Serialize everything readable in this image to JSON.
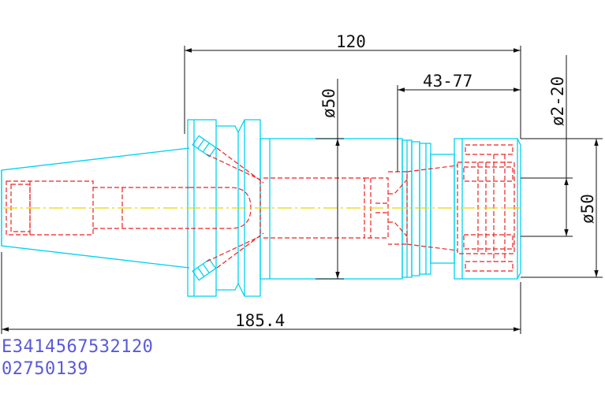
{
  "colors": {
    "outline": "#00d2ee",
    "hidden": "#ee2222",
    "centerline": "#e8d800",
    "dimension": "#111111",
    "code_text": "#5a5ad8"
  },
  "dimensions": {
    "length_top": "120",
    "clamp_range": "43-77",
    "diameter_body": "ø50",
    "diameter_collet_range": "ø2-20",
    "diameter_nose": "ø50",
    "overall_length": "185.4"
  },
  "part_codes": {
    "line1": "E3414567532120",
    "line2": "02750139"
  }
}
